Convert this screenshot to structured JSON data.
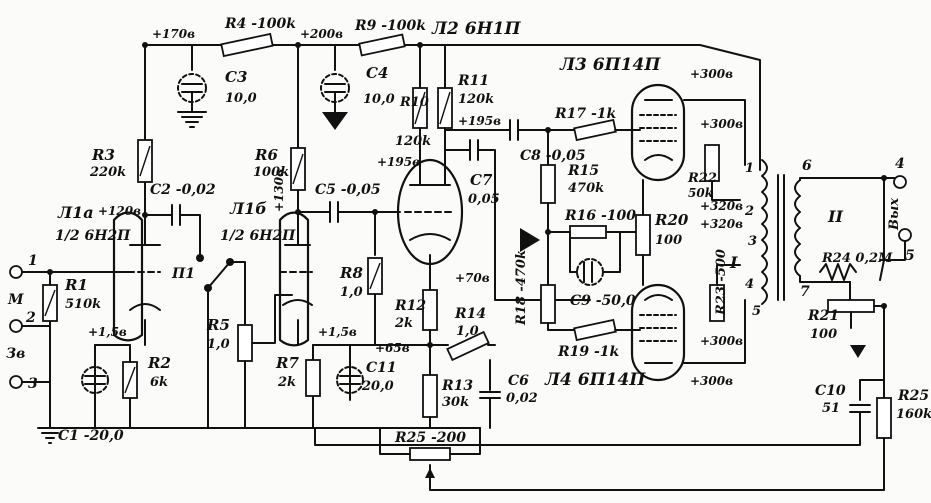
{
  "tubes": {
    "l1a": "Л1а",
    "l1a_type": "1/2 6Н2П",
    "l1b": "Л1б",
    "l1b_type": "1/2 6Н2П",
    "l2": "Л2 6Н1П",
    "l3": "Л3 6П14П",
    "l4": "Л4 6П14П"
  },
  "resistors": {
    "r1": "R1",
    "r1v": "510k",
    "r2": "R2",
    "r2v": "6k",
    "r3": "R3",
    "r3v": "220k",
    "r4": "R4 -100k",
    "r5": "R5",
    "r5v": "1,0",
    "r6": "R6",
    "r6v": "100k",
    "r7": "R7",
    "r7v": "2k",
    "r8": "R8",
    "r8v": "1,0",
    "r9": "R9 -100k",
    "r10": "R10",
    "r10v": "120k",
    "r11": "R11",
    "r11v": "120k",
    "r12": "R12",
    "r12v": "2k",
    "r13": "R13",
    "r13v": "30k",
    "r14": "R14",
    "r14v": "1,0",
    "r15": "R15",
    "r15v": "470k",
    "r16": "R16 -100",
    "r17": "R17 -1k",
    "r18": "R18 -470k",
    "r19": "R19 -1k",
    "r20": "R20",
    "r20v": "100",
    "r21": "R21",
    "r21v": "100",
    "r22": "R22",
    "r22v": "50k",
    "r23": "R23 -500",
    "r24": "R24 0,2M",
    "r25": "R25 -200",
    "r25b": "R25",
    "r25bv": "160k"
  },
  "capacitors": {
    "c1": "C1 -20,0",
    "c2": "C2 -0,02",
    "c3": "C3",
    "c3v": "10,0",
    "c4": "C4",
    "c4v": "10,0",
    "c5": "C5 -0,05",
    "c6": "C6",
    "c6v": "0,02",
    "c7": "C7",
    "c7v": "0,05",
    "c8": "C8 -0,05",
    "c9": "C9 -50,0",
    "c10": "C10",
    "c10v": "51",
    "c11": "C11",
    "c11v": "20,0"
  },
  "voltages": {
    "v170": "+170в",
    "v200": "+200в",
    "v120": "+120в",
    "v130": "+130в",
    "v195a": "+195в",
    "v195b": "+195в",
    "v70": "+70в",
    "v65": "+65в",
    "v15a": "+1,5в",
    "v15b": "+1,5в",
    "v300a": "+300в",
    "v300b": "+300в",
    "v300c": "+300в",
    "v300d": "+300в",
    "v320a": "+320в",
    "v320b": "+320в"
  },
  "terminals": {
    "t1": "1",
    "t2": "2",
    "t3": "3",
    "m": "М",
    "zv": "Зв",
    "t4": "4",
    "t5": "5",
    "t6": "6",
    "t7": "7",
    "out": "Вых",
    "w1": "1",
    "w2": "2",
    "w3": "3",
    "w4": "4",
    "w5": "5",
    "winding1": "I",
    "winding2": "II",
    "switch": "П1"
  }
}
